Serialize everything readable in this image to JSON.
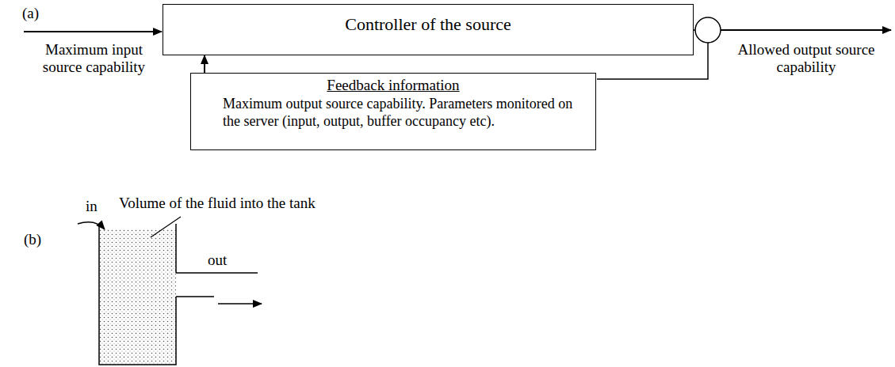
{
  "diagram": {
    "nodes": [
      {
        "text": [
          "Controller of the source"
        ]
      },
      {
        "text": [
          "Feedback information",
          "Maximum output source capability. Parameters monitored on the server (input, output, buffer occupancy etc)."
        ]
      }
    ],
    "edges": [
      {
        "from": 1,
        "to": 0,
        "arrow": "to"
      }
    ],
    "labels": [
      "(a)",
      "Maximum input source capability",
      "Allowed output source capability",
      "(b)",
      "in",
      "Volume of the fluid into the tank",
      "out"
    ]
  }
}
